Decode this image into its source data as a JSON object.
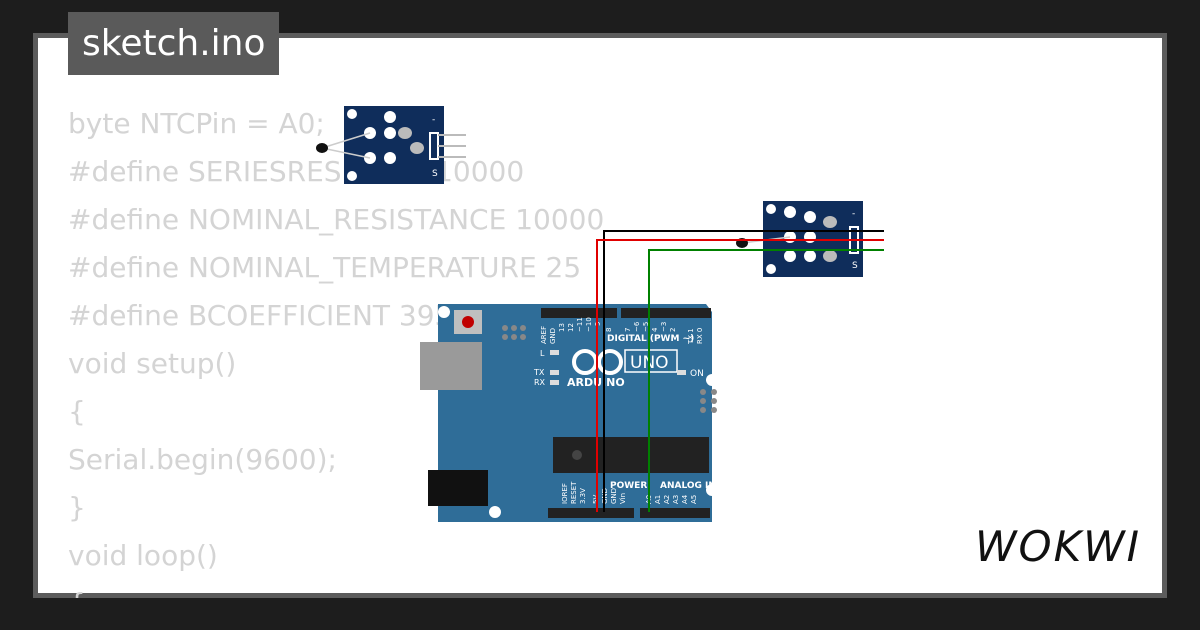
{
  "title": "sketch.ino",
  "code_lines": [
    "byte NTCPin = A0;",
    "#define SERIESRESISTOR 10000",
    "#define NOMINAL_RESISTANCE 10000",
    "#define NOMINAL_TEMPERATURE 25",
    "#define BCOEFFICIENT 3950",
    "void setup()",
    "{",
    "Serial.begin(9600);",
    "}",
    "void loop()",
    "{"
  ],
  "logo": "WOKWI",
  "board": {
    "brand": "ARDUINO",
    "model": "UNO",
    "digital_header": "DIGITAL (PWM ~)",
    "analog_header": "ANALOG IN",
    "power_header": "POWER",
    "on_label": "ON",
    "led_l": "L",
    "led_tx": "TX",
    "led_rx": "RX",
    "power_pins": [
      "IOREF",
      "RESET",
      "3.3V",
      "5V",
      "GND",
      "GND",
      "Vin"
    ],
    "analog_pins": [
      "A0",
      "A1",
      "A2",
      "A3",
      "A4",
      "A5"
    ],
    "digital_pins": [
      "AREF",
      "GND",
      "13",
      "12",
      "~11",
      "~10",
      "~9",
      "8",
      "7",
      "~6",
      "~5",
      "4",
      "~3",
      "2",
      "TX 1",
      "RX 0"
    ]
  },
  "module_label_s": "S",
  "module_label_minus": "-",
  "wire_colors": {
    "gnd": "#000000",
    "vcc": "#e00000",
    "signal": "#008000"
  }
}
